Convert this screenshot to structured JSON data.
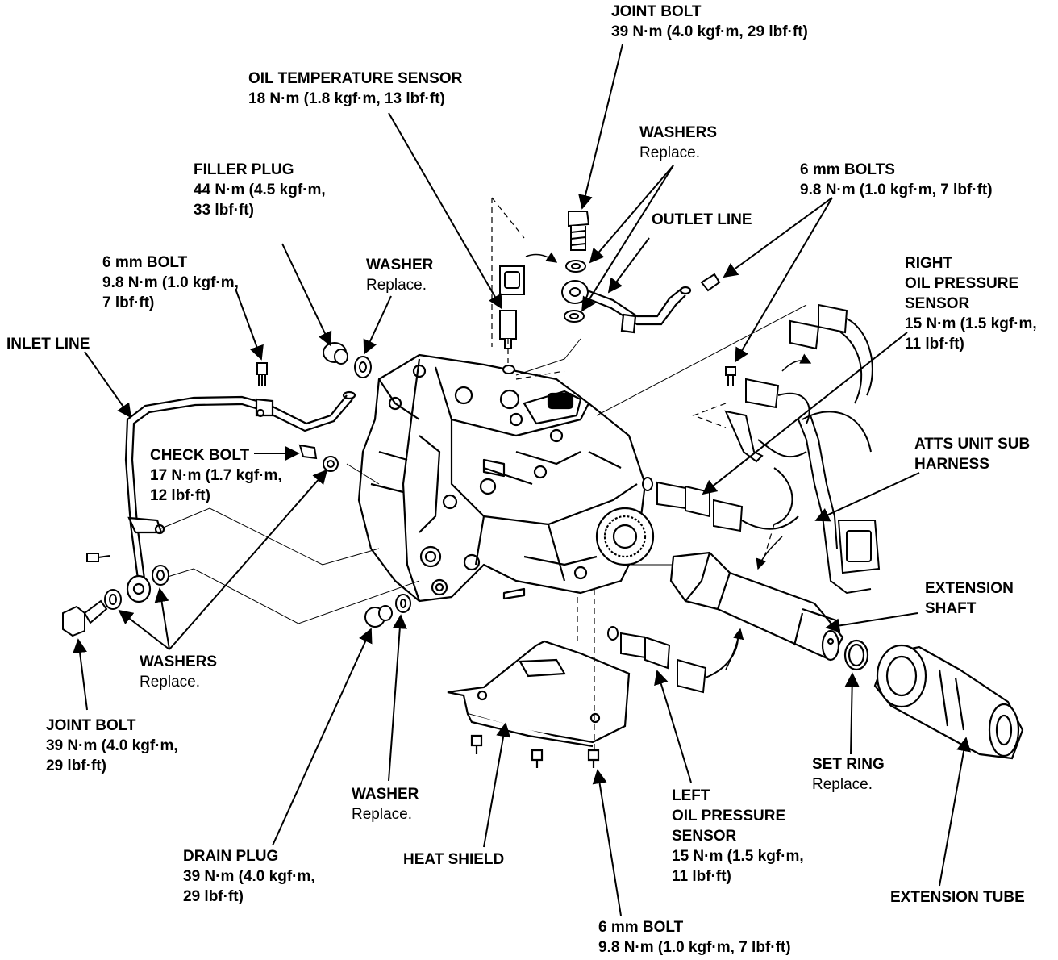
{
  "labels": {
    "joint_bolt_top": {
      "name": "JOINT BOLT",
      "torque": "39 N·m (4.0 kgf·m, 29 lbf·ft)"
    },
    "oil_temp_sensor": {
      "name": "OIL TEMPERATURE SENSOR",
      "torque": "18 N·m (1.8 kgf·m, 13 lbf·ft)"
    },
    "washers_top": {
      "name": "WASHERS",
      "note": "Replace."
    },
    "filler_plug": {
      "name": "FILLER PLUG",
      "torque_1": "44 N·m (4.5 kgf·m,",
      "torque_2": "33 lbf·ft)"
    },
    "bolts_6mm_top": {
      "name": "6 mm BOLTS",
      "torque": "9.8 N·m (1.0 kgf·m, 7 lbf·ft)"
    },
    "outlet_line": {
      "name": "OUTLET LINE"
    },
    "washer_filler": {
      "name": "WASHER",
      "note": "Replace."
    },
    "bolt_6mm_left": {
      "name": "6 mm BOLT",
      "torque_1": "9.8 N·m (1.0 kgf·m,",
      "torque_2": "7 lbf·ft)"
    },
    "right_oil_pressure_sensor": {
      "name_1": "RIGHT",
      "name_2": "OIL PRESSURE",
      "name_3": "SENSOR",
      "torque_1": "15 N·m (1.5 kgf·m,",
      "torque_2": "11 lbf·ft)"
    },
    "inlet_line": {
      "name": "INLET LINE"
    },
    "check_bolt": {
      "name": "CHECK BOLT",
      "torque_1": "17 N·m (1.7 kgf·m,",
      "torque_2": "12 lbf·ft)"
    },
    "atts_harness": {
      "name_1": "ATTS UNIT SUB",
      "name_2": "HARNESS"
    },
    "extension_shaft": {
      "name_1": "EXTENSION",
      "name_2": "SHAFT"
    },
    "washers_bottom": {
      "name": "WASHERS",
      "note": "Replace."
    },
    "joint_bolt_bottom": {
      "name": "JOINT BOLT",
      "torque_1": "39 N·m (4.0 kgf·m,",
      "torque_2": "29 lbf·ft)"
    },
    "washer_drain": {
      "name": "WASHER",
      "note": "Replace."
    },
    "set_ring": {
      "name": "SET RING",
      "note": "Replace."
    },
    "left_oil_pressure_sensor": {
      "name_1": "LEFT",
      "name_2": "OIL PRESSURE",
      "name_3": "SENSOR",
      "torque_1": "15 N·m (1.5 kgf·m,",
      "torque_2": "11 lbf·ft)"
    },
    "drain_plug": {
      "name": "DRAIN PLUG",
      "torque_1": "39 N·m (4.0 kgf·m,",
      "torque_2": "29 lbf·ft)"
    },
    "heat_shield": {
      "name": "HEAT SHIELD"
    },
    "extension_tube": {
      "name": "EXTENSION TUBE"
    },
    "bolt_6mm_bottom": {
      "name": "6 mm BOLT",
      "torque": "9.8 N·m (1.0 kgf·m, 7 lbf·ft)"
    }
  },
  "colors": {
    "ink": "#000000",
    "paper": "#ffffff"
  }
}
